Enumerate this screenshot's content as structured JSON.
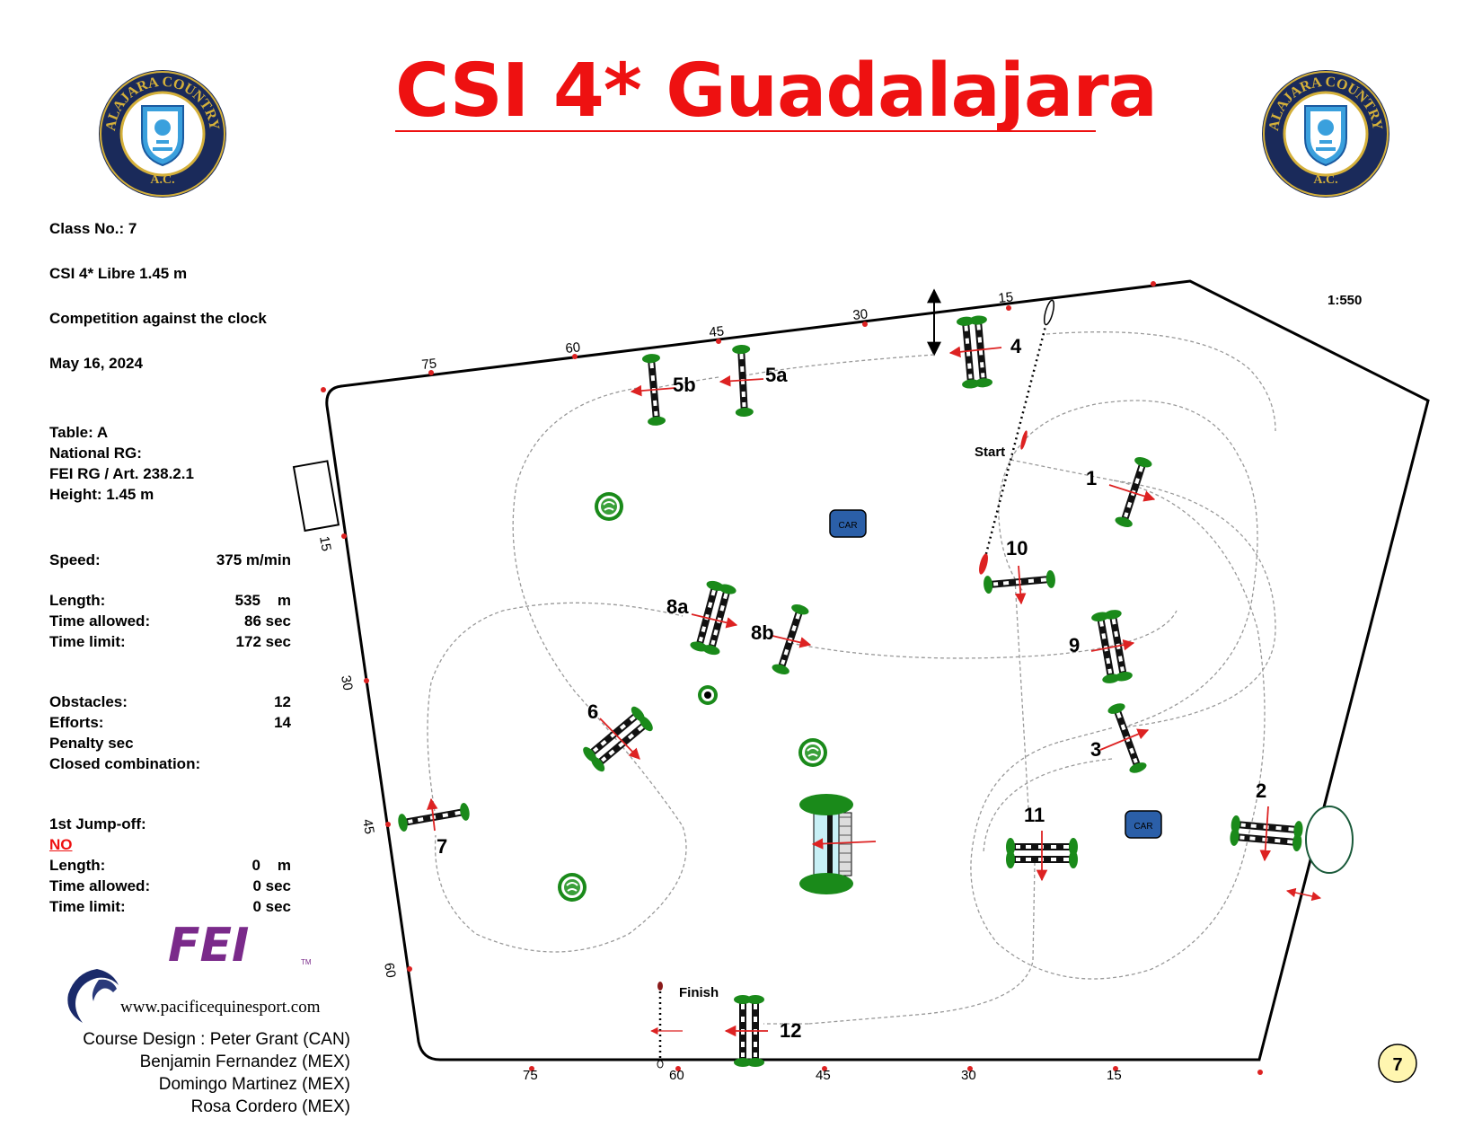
{
  "header": {
    "title": "CSI 4* Guadalajara",
    "club_name": "GUADALAJARA COUNTRY CLUB",
    "club_abbr": "A.C."
  },
  "class_info": {
    "class_no": "Class No.: 7",
    "class_name": "CSI 4* Libre 1.45 m",
    "competition": "Competition against the clock",
    "date": "May 16, 2024",
    "table": "Table: A",
    "national_rg": "National RG:",
    "fei_rg": "FEI RG / Art. 238.2.1",
    "height": "Height: 1.45  m"
  },
  "stats": {
    "speed_label": "Speed:",
    "speed_value": "375  m/min",
    "length_label": "Length:",
    "length_value": "535    m",
    "time_allowed_label": "Time allowed:",
    "time_allowed_value": "86  sec",
    "time_limit_label": "Time limit:",
    "time_limit_value": "172  sec",
    "obstacles_label": "Obstacles:",
    "obstacles_value": "12",
    "efforts_label": "Efforts:",
    "efforts_value": "14",
    "penalty_label": "Penalty sec",
    "closed_label": "Closed combination:"
  },
  "jumpoff": {
    "label": "1st Jump-off:",
    "status": "NO",
    "length_label": "Length:",
    "length_value": "0    m",
    "time_allowed_label": "Time allowed:",
    "time_allowed_value": "0  sec",
    "time_limit_label": "Time limit:",
    "time_limit_value": "0  sec"
  },
  "fei_logo": "FEI",
  "website": "www.pacificequinesport.com",
  "credits": [
    "Course Design : Peter Grant (CAN)",
    "Benjamin Fernandez (MEX)",
    "Domingo Martinez (MEX)",
    "Rosa Cordero (MEX)"
  ],
  "scale": "1:550",
  "page_badge": "7",
  "course": {
    "start_label": "Start",
    "finish_label": "Finish",
    "car_label": "CAR",
    "obstacle_numbers": [
      "1",
      "2",
      "3",
      "4",
      "5a",
      "5b",
      "6",
      "7",
      "8a",
      "8b",
      "9",
      "10",
      "11",
      "12"
    ],
    "top_marks": [
      "75",
      "60",
      "45",
      "30",
      "15"
    ],
    "bottom_marks": [
      "75",
      "60",
      "45",
      "30",
      "15"
    ],
    "left_marks": [
      "15",
      "30",
      "45",
      "60"
    ]
  },
  "colors": {
    "title": "#ee1111",
    "club_navy": "#1a2a5a",
    "club_gold": "#d4b03a",
    "fei_purple": "#7a2a8a",
    "car_blue": "#2b5fa8",
    "direction_arrow": "#dd2222",
    "hedge_green": "#1a8a1a",
    "badge_yellow": "#fff6b0"
  }
}
